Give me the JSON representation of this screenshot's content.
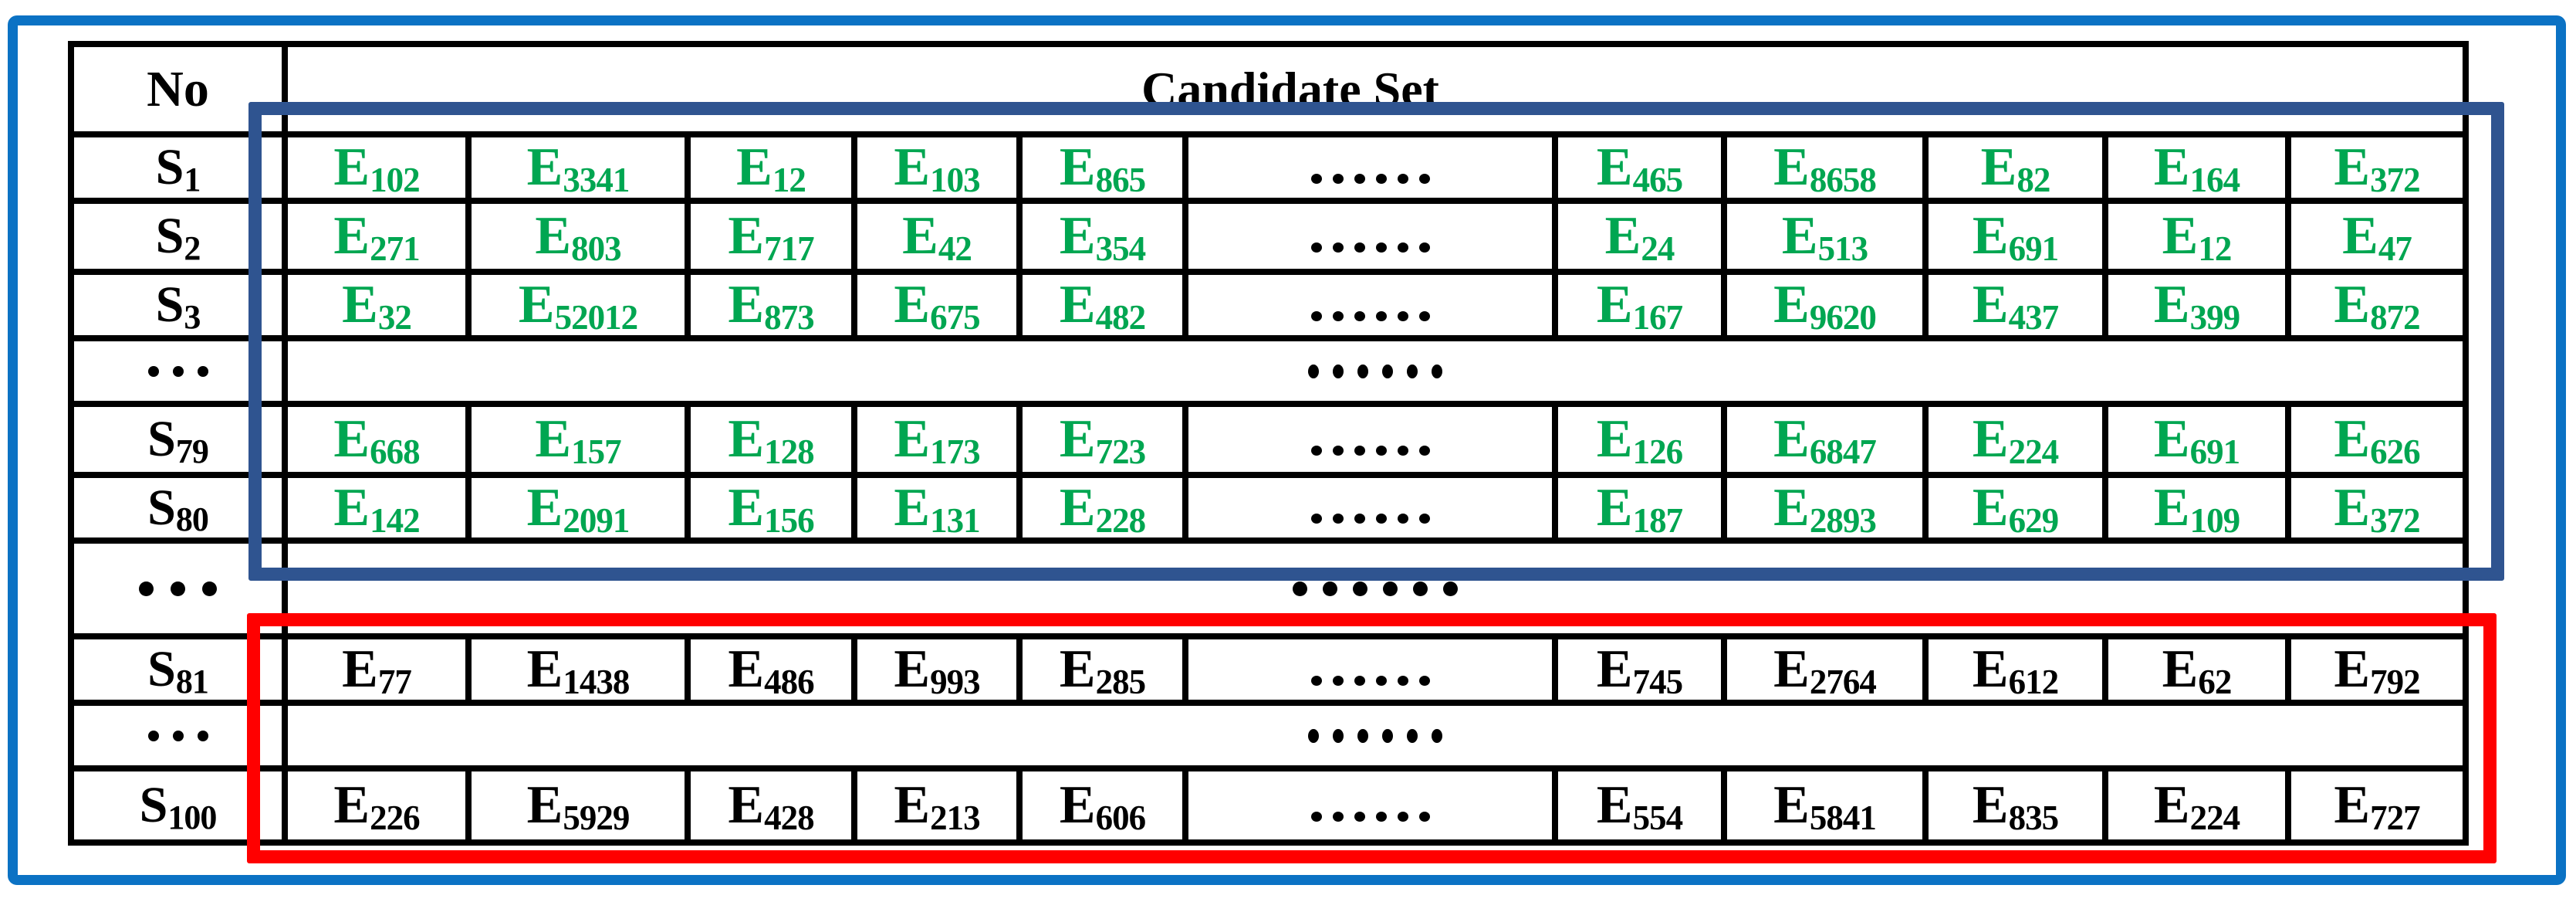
{
  "colors": {
    "outer_frame_blue": "#0B72C4",
    "highlight_box_blue": "#2F5490",
    "highlight_box_red": "#FF0000",
    "entry_green": "#00A651",
    "entry_black": "#000000",
    "grid_border": "#000000"
  },
  "header": {
    "no": "No",
    "candidate": "Candidate Set"
  },
  "row_prefix": "S",
  "entry_prefix": "E",
  "ellipsis": {
    "cell_dots": 6,
    "row_label_dots": 3,
    "row_middle_dots": 6
  },
  "rows": [
    {
      "kind": "entries",
      "ink": "green",
      "index": "1",
      "entries_left": [
        "102",
        "3341",
        "12",
        "103",
        "865"
      ],
      "entries_right": [
        "465",
        "8658",
        "82",
        "164",
        "372"
      ]
    },
    {
      "kind": "entries",
      "ink": "green",
      "index": "2",
      "entries_left": [
        "271",
        "803",
        "717",
        "42",
        "354"
      ],
      "entries_right": [
        "24",
        "513",
        "691",
        "12",
        "47"
      ]
    },
    {
      "kind": "entries",
      "ink": "green",
      "index": "3",
      "entries_left": [
        "32",
        "52012",
        "873",
        "675",
        "482"
      ],
      "entries_right": [
        "167",
        "9620",
        "437",
        "399",
        "872"
      ]
    },
    {
      "kind": "ellipsis",
      "size": "small"
    },
    {
      "kind": "entries",
      "ink": "green",
      "index": "79",
      "entries_left": [
        "668",
        "157",
        "128",
        "173",
        "723"
      ],
      "entries_right": [
        "126",
        "6847",
        "224",
        "691",
        "626"
      ]
    },
    {
      "kind": "entries",
      "ink": "green",
      "index": "80",
      "entries_left": [
        "142",
        "2091",
        "156",
        "131",
        "228"
      ],
      "entries_right": [
        "187",
        "2893",
        "629",
        "109",
        "372"
      ]
    },
    {
      "kind": "ellipsis",
      "size": "large"
    },
    {
      "kind": "entries",
      "ink": "black",
      "index": "81",
      "entries_left": [
        "77",
        "1438",
        "486",
        "993",
        "285"
      ],
      "entries_right": [
        "745",
        "2764",
        "612",
        "62",
        "792"
      ]
    },
    {
      "kind": "ellipsis",
      "size": "small"
    },
    {
      "kind": "entries",
      "ink": "black",
      "index": "100",
      "entries_left": [
        "226",
        "5929",
        "428",
        "213",
        "606"
      ],
      "entries_right": [
        "554",
        "5841",
        "835",
        "224",
        "727"
      ]
    }
  ]
}
